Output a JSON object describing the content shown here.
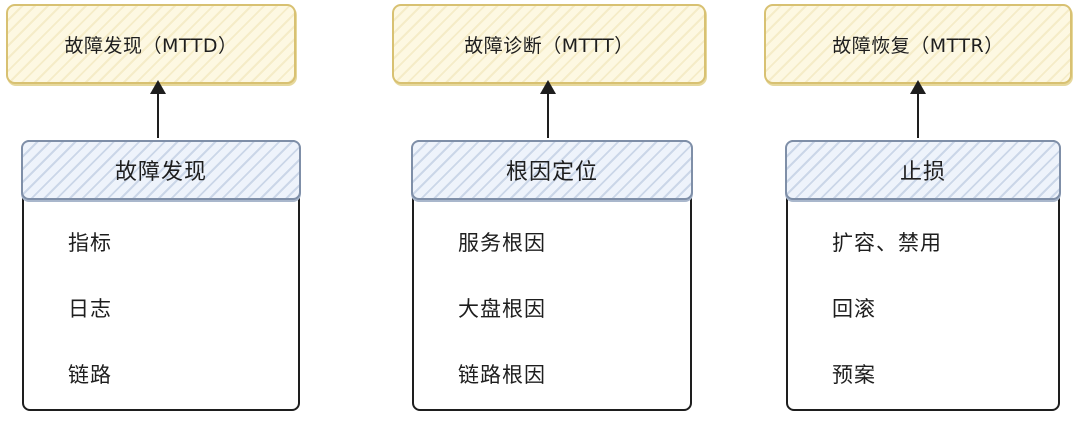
{
  "columns": [
    {
      "metric": "故障发现（MTTD）",
      "stage": "故障发现",
      "items": [
        "指标",
        "日志",
        "链路"
      ]
    },
    {
      "metric": "故障诊断（MTTT）",
      "stage": "根因定位",
      "items": [
        "服务根因",
        "大盘根因",
        "链路根因"
      ]
    },
    {
      "metric": "故障恢复（MTTR）",
      "stage": "止损",
      "items": [
        "扩容、禁用",
        "回滚",
        "预案"
      ]
    }
  ],
  "colors": {
    "metric_box_border": "#d8c172",
    "metric_box_fill": "#fdf8e2",
    "stage_header_border": "#7f8fa8",
    "stage_header_fill": "#eef3fb",
    "stroke": "#1e1e1e"
  }
}
